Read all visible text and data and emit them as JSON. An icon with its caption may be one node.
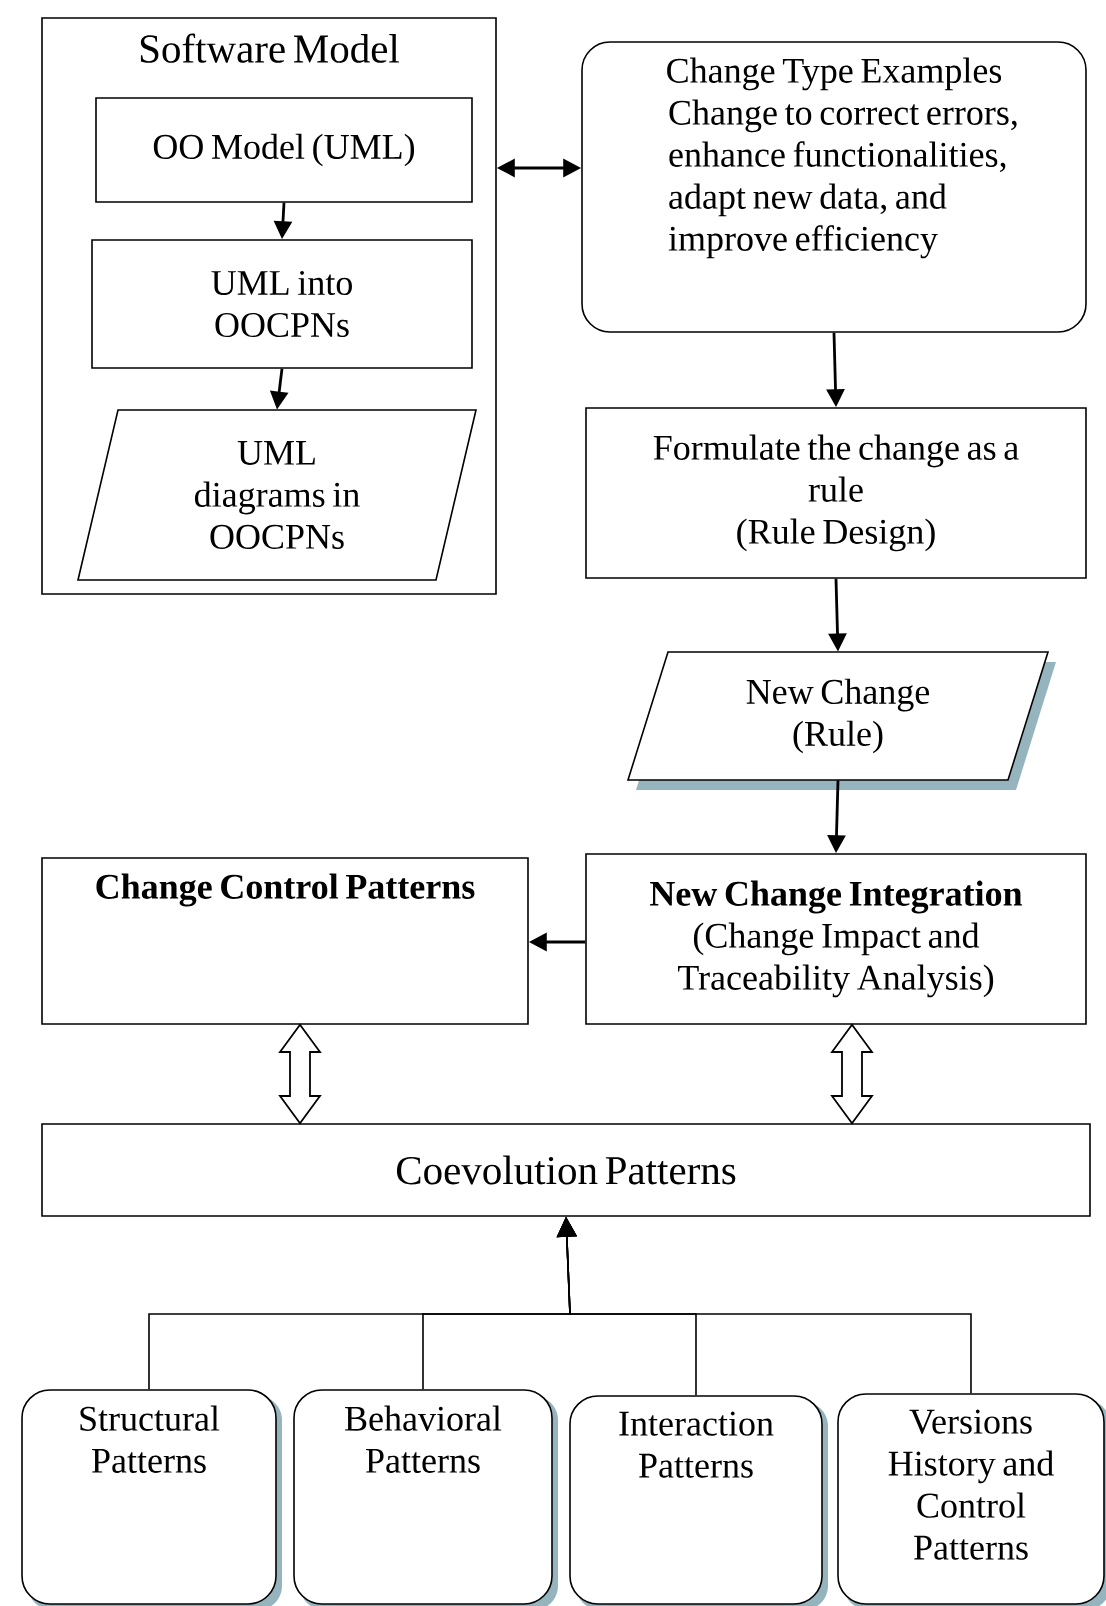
{
  "diagram": {
    "nodes": [
      {
        "text": [
          "Software Model"
        ]
      },
      {
        "text": [
          "OO Model (UML)"
        ],
        "in": 0
      },
      {
        "text": [
          "UML into OOCPNs"
        ],
        "in": 0
      },
      {
        "text": [
          "UML diagrams in OOCPNs"
        ],
        "in": 0
      },
      {
        "text": [
          "Change Type Examples",
          "Change to correct errors, enhance functionalities, adapt new data, and improve efficiency"
        ]
      },
      {
        "text": [
          "Formulate the change as a rule",
          "(Rule Design)"
        ]
      },
      {
        "text": [
          "New Change (Rule)"
        ]
      },
      {
        "text": [
          "Change Control Patterns"
        ]
      },
      {
        "text": [
          "New Change Integration",
          "(Change Impact and Traceability Analysis)"
        ]
      },
      {
        "text": [
          "Coevolution Patterns"
        ]
      },
      {
        "text": [
          "Structural Patterns"
        ]
      },
      {
        "text": [
          "Behavioral Patterns"
        ]
      },
      {
        "text": [
          "Interaction Patterns"
        ]
      },
      {
        "text": [
          "Versions History and Control Patterns"
        ]
      }
    ],
    "edges": [
      {
        "from": 1,
        "to": 2,
        "arrow": "to"
      },
      {
        "from": 2,
        "to": 3,
        "arrow": "to"
      },
      {
        "from": 0,
        "to": 4,
        "arrow": "both"
      },
      {
        "from": 4,
        "to": 5,
        "arrow": "to"
      },
      {
        "from": 5,
        "to": 6,
        "arrow": "to"
      },
      {
        "from": 6,
        "to": 8,
        "arrow": "to"
      },
      {
        "from": 8,
        "to": 7,
        "arrow": "to"
      },
      {
        "from": 7,
        "to": 9,
        "arrow": "both",
        "style": "thick"
      },
      {
        "from": 8,
        "to": 9,
        "arrow": "both",
        "style": "thick"
      },
      {
        "from": 10,
        "to": 9,
        "arrow": "to"
      },
      {
        "from": 11,
        "to": 9,
        "arrow": "to"
      },
      {
        "from": 12,
        "to": 9,
        "arrow": "to"
      },
      {
        "from": 13,
        "to": 9,
        "arrow": "to"
      }
    ]
  }
}
